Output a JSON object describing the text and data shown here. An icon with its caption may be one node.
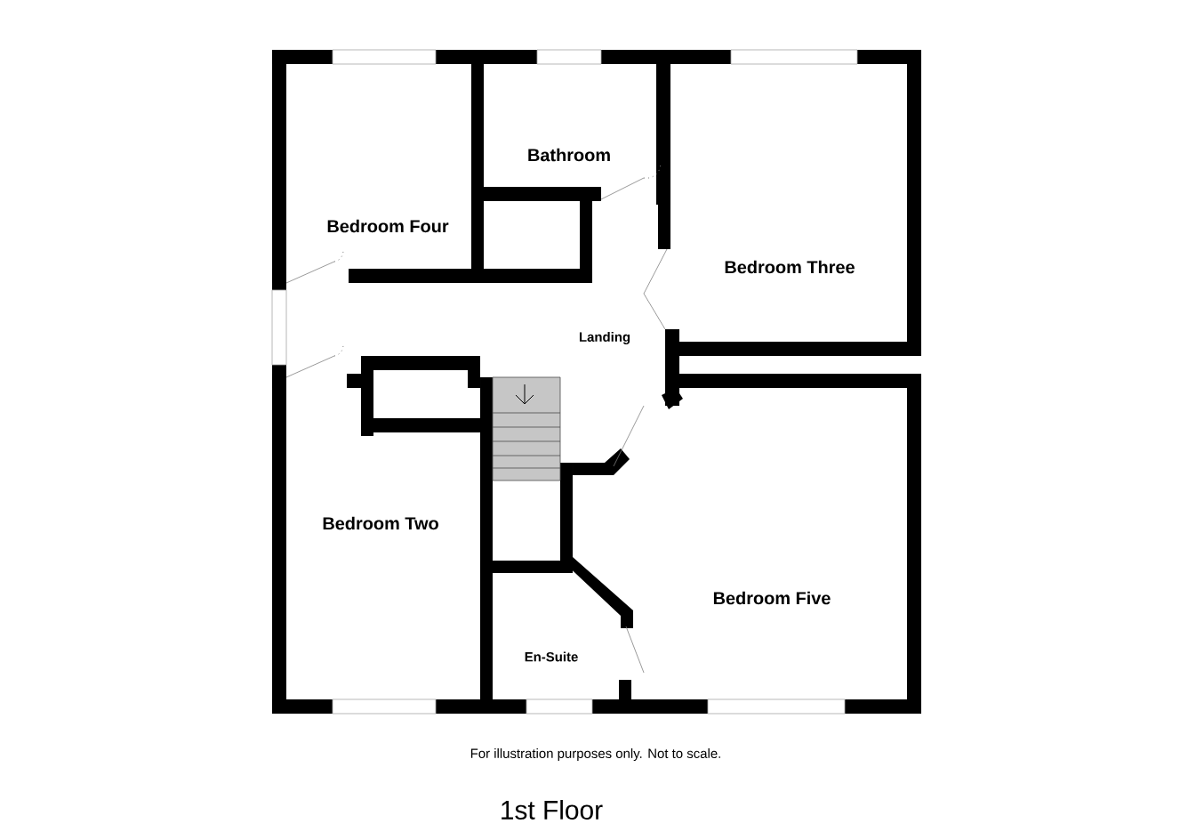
{
  "diagram": {
    "title": "1st Floor",
    "caption": "For illustration purposes only. Not to scale.",
    "labels": [
      "Bathroom",
      "Bedroom Four",
      "Bedroom Three",
      "Landing",
      "Bedroom Two",
      "Bedroom Five",
      "En-Suite"
    ]
  }
}
